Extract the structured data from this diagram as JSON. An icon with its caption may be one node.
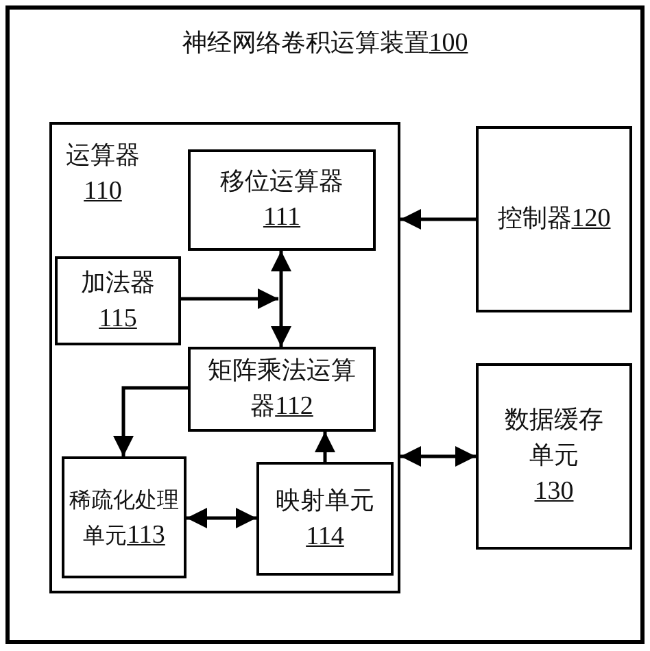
{
  "diagram": {
    "nodes": [
      {
        "text": [
          "神经网络卷积运算装置",
          "100"
        ]
      },
      {
        "text": [
          "运算器",
          "110"
        ],
        "in": 0
      },
      {
        "text": [
          "移位运算器",
          "111"
        ],
        "in": 1
      },
      {
        "text": [
          "加法器",
          "115"
        ],
        "in": 1
      },
      {
        "text": [
          "矩阵乘法运算器",
          "112"
        ],
        "in": 1
      },
      {
        "text": [
          "稀疏化处理单元",
          "113"
        ],
        "in": 1
      },
      {
        "text": [
          "映射单元",
          "114"
        ],
        "in": 1
      },
      {
        "text": [
          "控制器",
          "120"
        ],
        "in": 0
      },
      {
        "text": [
          "数据缓存单元",
          "130"
        ],
        "in": 0
      }
    ],
    "edges": [
      {
        "from": 7,
        "to": 1,
        "arrow": "to"
      },
      {
        "from": 2,
        "to": 4,
        "arrow": "both"
      },
      {
        "from": 3,
        "to": null,
        "arrow": "to"
      },
      {
        "from": 4,
        "to": 5,
        "arrow": "to"
      },
      {
        "from": 6,
        "to": 4,
        "arrow": "to"
      },
      {
        "from": 5,
        "to": 6,
        "arrow": "both"
      },
      {
        "from": 1,
        "to": 8,
        "arrow": "both"
      }
    ]
  }
}
